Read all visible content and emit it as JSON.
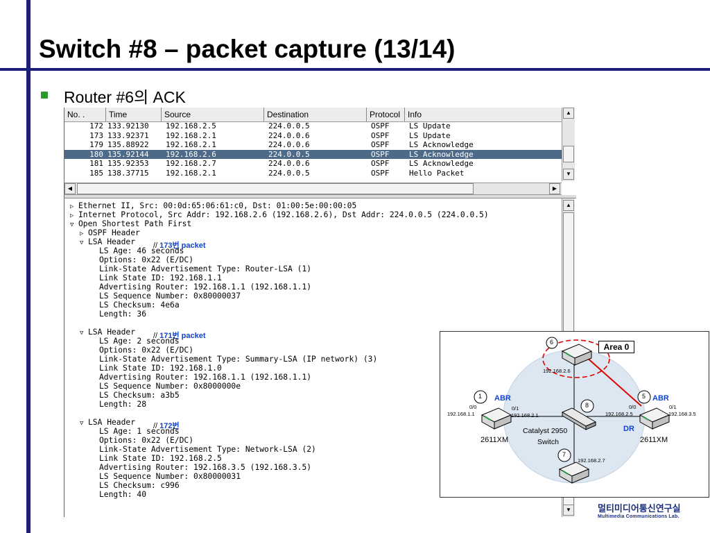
{
  "slide": {
    "title": "Switch #8 – packet capture (13/14)",
    "bullet": "Router #6의 ACK"
  },
  "packet_list": {
    "columns": [
      "No. .",
      "Time",
      "Source",
      "Destination",
      "Protocol",
      "Info"
    ],
    "rows": [
      {
        "no": "172",
        "time": "133.92130",
        "src": "192.168.2.5",
        "dst": "224.0.0.5",
        "proto": "OSPF",
        "info": "LS Update",
        "selected": false
      },
      {
        "no": "173",
        "time": "133.92371",
        "src": "192.168.2.1",
        "dst": "224.0.0.6",
        "proto": "OSPF",
        "info": "LS Update",
        "selected": false
      },
      {
        "no": "179",
        "time": "135.88922",
        "src": "192.168.2.1",
        "dst": "224.0.0.6",
        "proto": "OSPF",
        "info": "LS Acknowledge",
        "selected": false
      },
      {
        "no": "180",
        "time": "135.92144",
        "src": "192.168.2.6",
        "dst": "224.0.0.5",
        "proto": "OSPF",
        "info": "LS Acknowledge",
        "selected": true
      },
      {
        "no": "181",
        "time": "135.92353",
        "src": "192.168.2.7",
        "dst": "224.0.0.6",
        "proto": "OSPF",
        "info": "LS Acknowledge",
        "selected": false
      },
      {
        "no": "185",
        "time": "138.37715",
        "src": "192.168.2.1",
        "dst": "224.0.0.5",
        "proto": "OSPF",
        "info": "Hello Packet",
        "selected": false
      }
    ]
  },
  "detail": {
    "ethernet": "Ethernet II, Src: 00:0d:65:06:61:c0, Dst: 01:00:5e:00:00:05",
    "ip": "Internet Protocol, Src Addr: 192.168.2.6 (192.168.2.6), Dst Addr: 224.0.0.5 (224.0.0.5)",
    "ospf": "Open Shortest Path First",
    "ospf_header": "OSPF Header",
    "lsa1": {
      "header": "LSA Header",
      "note_slash": "//",
      "note": "173번 packet",
      "fields": [
        "LS Age: 46 seconds",
        "Options: 0x22 (E/DC)",
        "Link-State Advertisement Type: Router-LSA (1)",
        "Link State ID: 192.168.1.1",
        "Advertising Router: 192.168.1.1 (192.168.1.1)",
        "LS Sequence Number: 0x80000037",
        "LS Checksum: 4e6a",
        "Length: 36"
      ]
    },
    "lsa2": {
      "header": "LSA Header",
      "note_slash": "//",
      "note": "171번 packet",
      "fields": [
        "LS Age: 2 seconds",
        "Options: 0x22 (E/DC)",
        "Link-State Advertisement Type: Summary-LSA (IP network) (3)",
        "Link State ID: 192.168.1.0",
        "Advertising Router: 192.168.1.1 (192.168.1.1)",
        "LS Sequence Number: 0x8000000e",
        "LS Checksum: a3b5",
        "Length: 28"
      ]
    },
    "lsa3": {
      "header": "LSA Header",
      "note_slash": "//",
      "note": "172번",
      "fields": [
        "LS Age: 1 seconds",
        "Options: 0x22 (E/DC)",
        "Link-State Advertisement Type: Network-LSA (2)",
        "Link State ID: 192.168.2.5",
        "Advertising Router: 192.168.3.5 (192.168.3.5)",
        "LS Sequence Number: 0x80000031",
        "LS Checksum: c996",
        "Length: 40"
      ]
    }
  },
  "diagram": {
    "area": "Area 0",
    "r6": {
      "num": "6",
      "ip": "192.168.2.6"
    },
    "r1": {
      "num": "1",
      "role": "ABR",
      "port": "0/0",
      "ip_left": "192.168.1.1",
      "port2": "0/1",
      "ip_right": "192.168.2.1",
      "model": "2611XM"
    },
    "r5": {
      "num": "5",
      "role": "ABR",
      "port": "0/0",
      "ip_left": "192.168.2.5",
      "port2": "0/1",
      "ip_right": "192.168.3.5",
      "model": "2611XM",
      "dr": "DR"
    },
    "sw": {
      "num": "8",
      "name": "Catalyst 2950",
      "name2": "Switch"
    },
    "r7": {
      "num": "7",
      "ip": "192.168.2.7"
    }
  },
  "logo": {
    "korean": "멀티미디어통신연구실",
    "english": "Multimedia Communications Lab."
  },
  "colors": {
    "accent_bar": "#1d1d7a",
    "bullet": "#2a9a2a",
    "selection": "#4d6b88",
    "annotation": "#1144cc",
    "highlight_red": "#dd0000"
  }
}
